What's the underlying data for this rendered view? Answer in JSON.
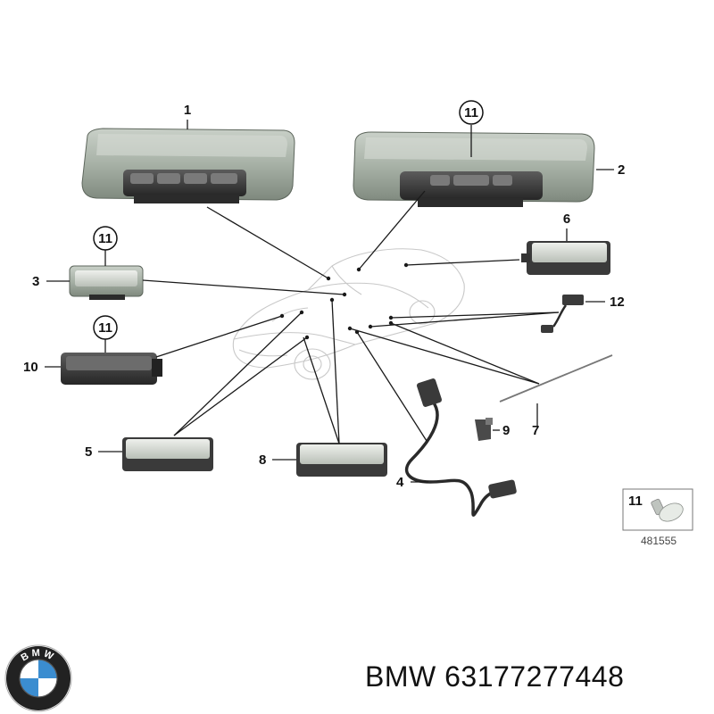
{
  "diagram": {
    "callouts": {
      "p1": "1",
      "p2": "2",
      "p3": "3",
      "p4": "4",
      "p5": "5",
      "p6": "6",
      "p7": "7",
      "p8": "8",
      "p9": "9",
      "p10": "10",
      "p11": "11",
      "p12": "12"
    },
    "legend": {
      "number": "11",
      "code": "481555"
    }
  },
  "brand": {
    "logo_letters": "BMW",
    "caption": "BMW 63177277448"
  },
  "colors": {
    "line": "#1a1a1a",
    "lamp_body": "#a9b3a9",
    "lamp_dark": "#3f3f3f",
    "logo_blue": "#3b8dd0",
    "logo_ring": "#222222"
  }
}
